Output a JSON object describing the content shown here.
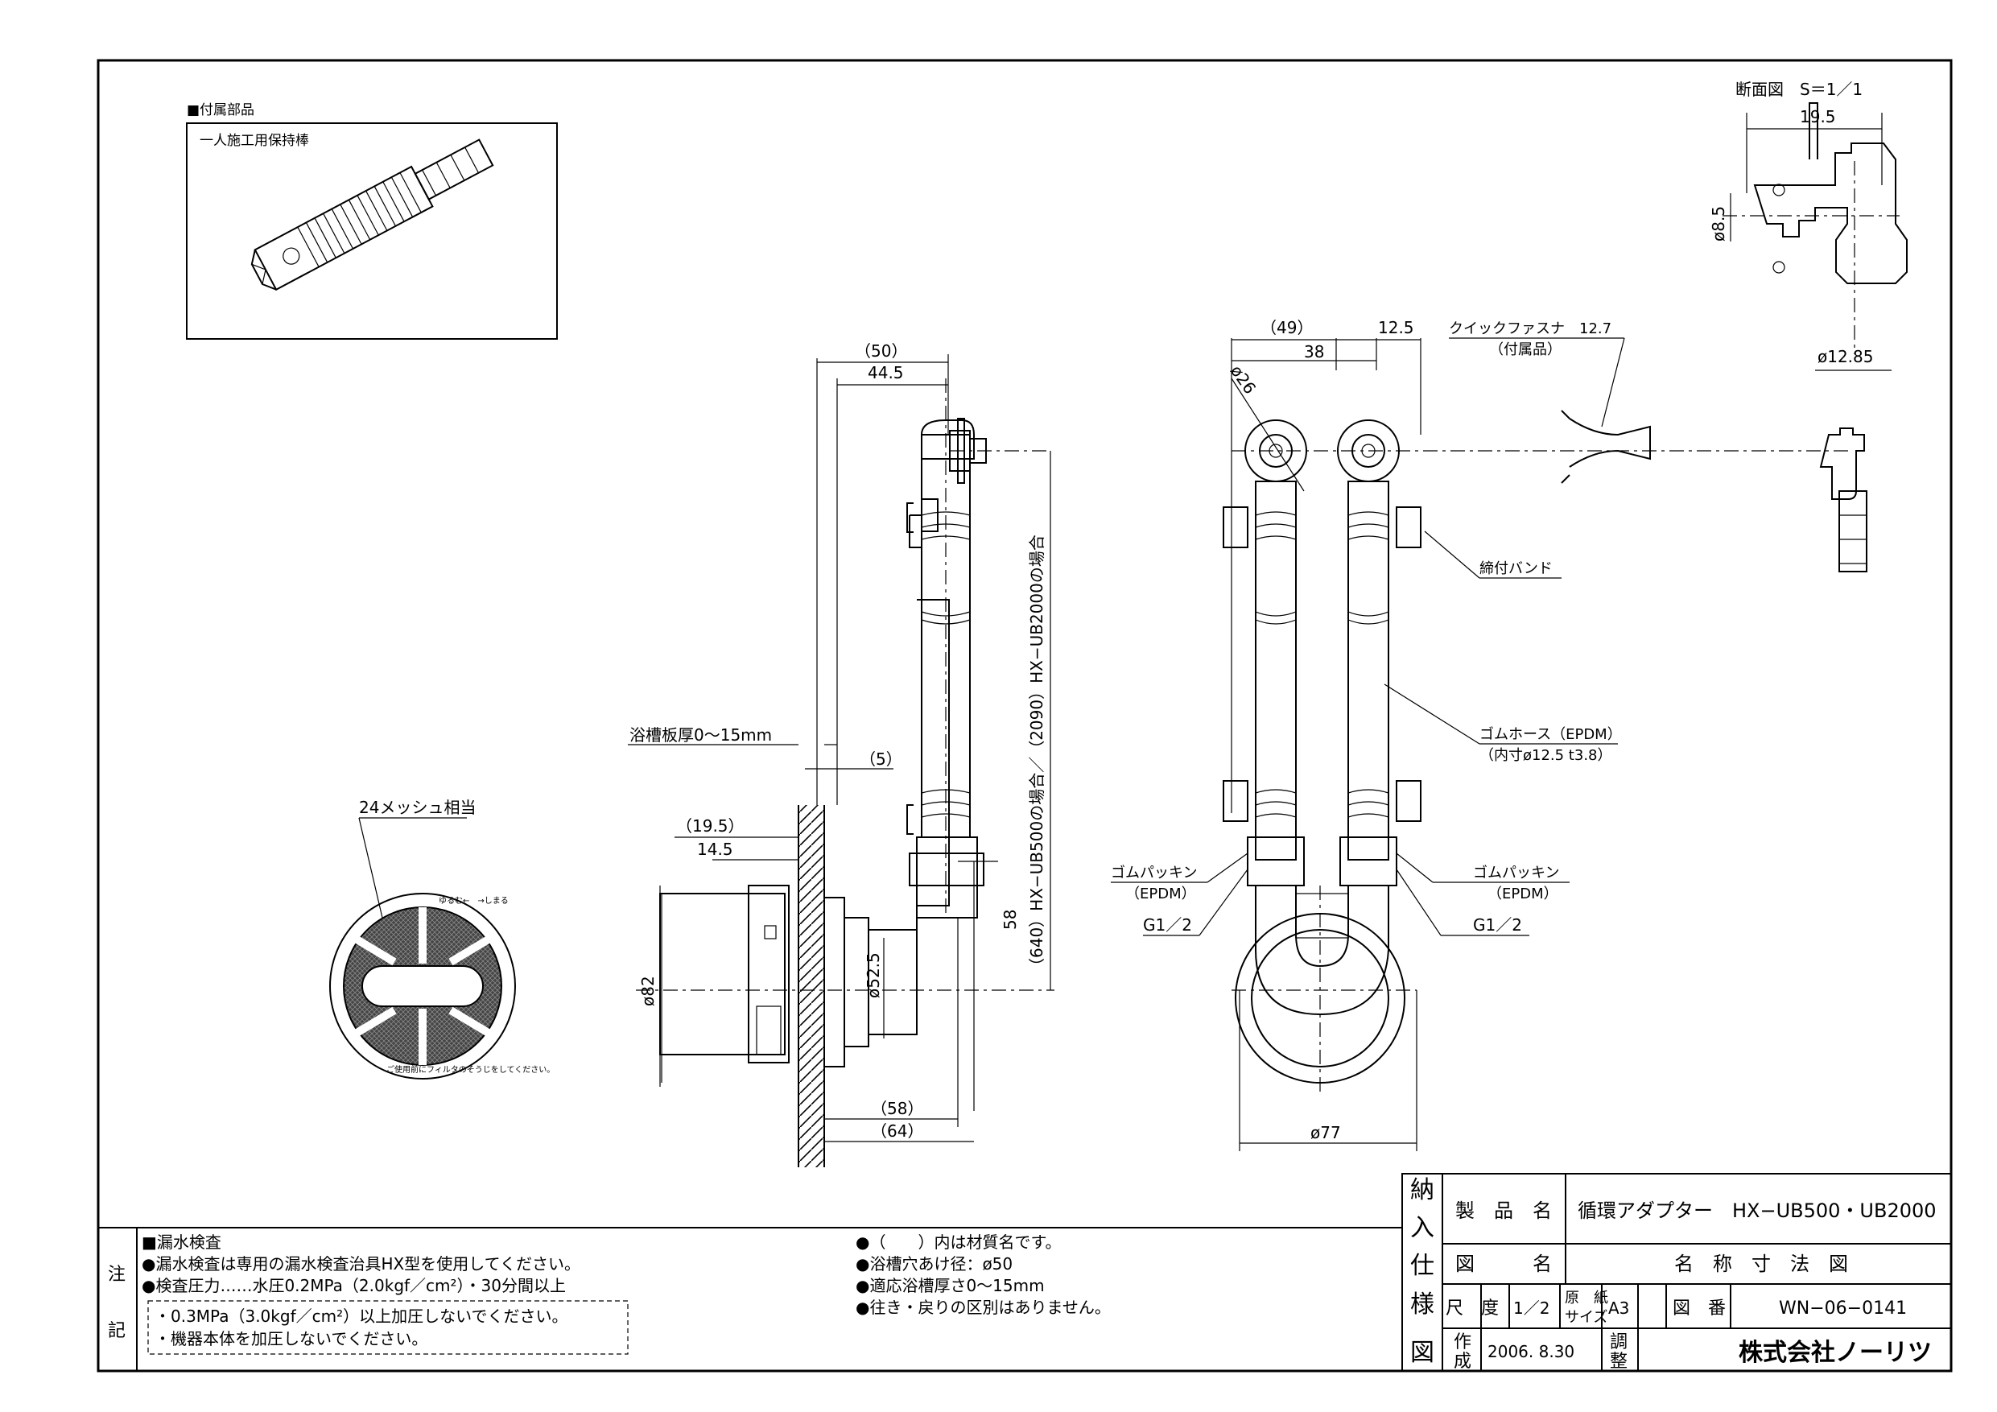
{
  "accessory": {
    "heading": "■付属部品",
    "item": "一人施工用保持棒"
  },
  "section_view": {
    "title": "断面図　S＝1／1",
    "dim_top": "19.5",
    "dim_dia_small": "ø8.5",
    "dim_dia_bottom": "ø12.85"
  },
  "side_view": {
    "dim_50": "（50）",
    "dim_44_5": "44.5",
    "tub_thickness": "浴槽板厚0〜15mm",
    "dim_5": "（5）",
    "dim_19_5": "（19.5）",
    "dim_14_5": "14.5",
    "dim_58": "58",
    "dim_82": "ø82",
    "dim_52_5": "ø52.5",
    "dim_58_bottom": "（58）",
    "dim_64": "（64）",
    "length_note": "（640）HX−UB500の場合／（2090）HX−UB2000の場合"
  },
  "front_view": {
    "dim_49": "（49）",
    "dim_38": "38",
    "dim_12_5": "12.5",
    "dim_26": "ø26",
    "dim_77": "ø77",
    "quick_fastener": "クイックファスナ　12.7",
    "quick_fastener_sub": "（付属品）",
    "band": "締付バンド",
    "hose": "ゴムホース（EPDM）",
    "hose_sub": "（内寸ø12.5 t3.8）",
    "packing_left": "ゴムパッキン",
    "packing_left_sub": "（EPDM）",
    "thread_left": "G1／2",
    "packing_right": "ゴムパッキン",
    "packing_right_sub": "（EPDM）",
    "thread_right": "G1／2"
  },
  "filter_view": {
    "mesh": "24メッシュ相当",
    "ring_text_top": "ゆるむ←　→しまる",
    "ring_text_bottom": "ご使用前にフィルタのそうじをしてください。"
  },
  "notes": {
    "label_1": "注",
    "label_2": "記",
    "leak_heading": "■漏水検査",
    "leak_1": "●漏水検査は専用の漏水検査治具HX型を使用してください。",
    "leak_2": "●検査圧力……水圧0.2MPa（2.0kgf／cm²）・30分間以上",
    "box_1": "・0.3MPa（3.0kgf／cm²）以上加圧しないでください。",
    "box_2": "・機器本体を加圧しないでください。",
    "note_1": "●（　　）内は材質名です。",
    "note_2": "●浴槽穴あけ径：ø50",
    "note_3": "●適応浴槽厚さ0〜15mm",
    "note_4": "●往き・戻りの区別はありません。"
  },
  "title_block": {
    "side_label": [
      "納",
      "入",
      "仕",
      "様",
      "図"
    ],
    "product_label": "製　品　名",
    "product_name": "循環アダプター　HX−UB500・UB2000",
    "drawing_label": "図　　　名",
    "drawing_name": "名　称　寸　法　図",
    "scale_label": "尺　度",
    "scale": "1／2",
    "paper_label_1": "原　紙",
    "paper_label_2": "サイズ",
    "paper": "A3",
    "number_label": "図　番",
    "number": "WN−06−0141",
    "made_label_1": "作",
    "made_label_2": "成",
    "date": "2006. 8.30",
    "adjust_label_1": "調",
    "adjust_label_2": "整",
    "company": "株式会社ノーリツ"
  }
}
